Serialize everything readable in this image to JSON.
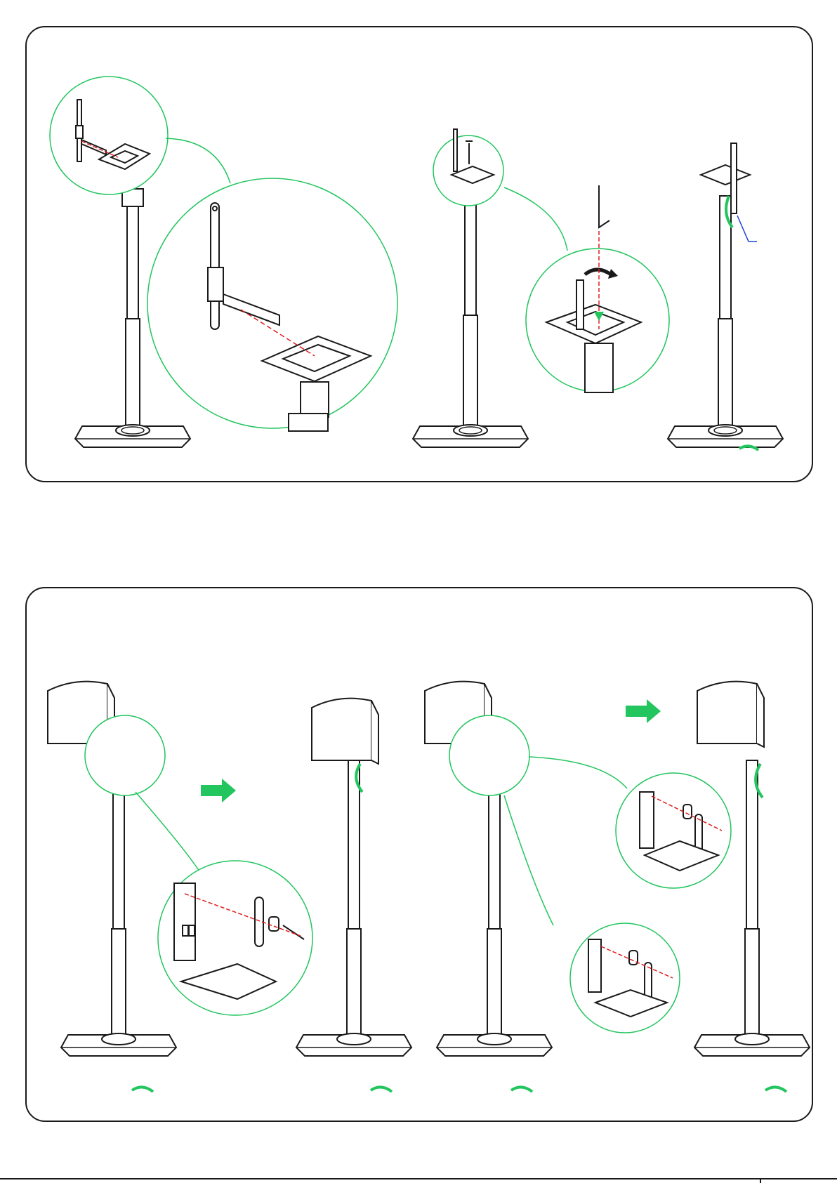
{
  "document": {
    "page_width_label": "",
    "panels": [
      {
        "id": "panel-1",
        "illustrations": [
          {
            "name": "stand-with-top-plate-magnified"
          },
          {
            "name": "bracket-slide-into-plate-magnified"
          },
          {
            "name": "hex-key-tighten-screw"
          },
          {
            "name": "cable-routed-through-clip"
          }
        ]
      },
      {
        "id": "panel-2",
        "illustrations": [
          {
            "name": "speaker-attach-spacer-screw"
          },
          {
            "name": "speaker-mounted-result"
          },
          {
            "name": "speaker-attach-washer-screw"
          },
          {
            "name": "speaker-mounted-final"
          }
        ]
      }
    ]
  },
  "colors": {
    "line": "#1a1a1a",
    "callout": "#22c55e",
    "arrow_fill": "#22c55e",
    "guide_dash": "#e11d1d",
    "pointer_blue": "#1d3fd6",
    "cable": "#22c55e"
  },
  "icons": {
    "step_arrow": "right-arrow-icon",
    "rotate": "rotate-clockwise-icon",
    "hex_key": "hex-key-icon"
  }
}
